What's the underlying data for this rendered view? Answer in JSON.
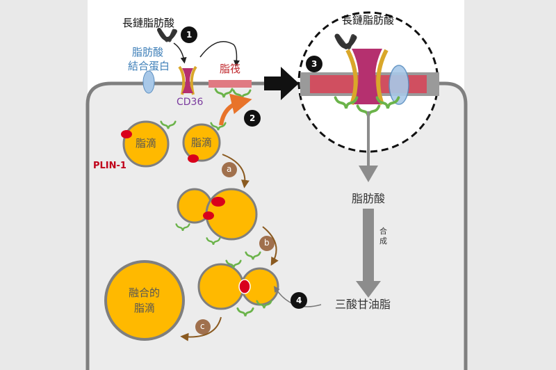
{
  "labels": {
    "lcfa_top": "長鏈脂肪酸",
    "lcfa_zoom": "長鏈脂肪酸",
    "fabp_line1": "脂肪酸",
    "fabp_line2": "結合蛋白",
    "raft": "脂筏",
    "cd36": "CD36",
    "plin1": "PLIN-1",
    "droplet": "脂滴",
    "fused_line1": "融合的",
    "fused_line2": "脂滴",
    "fatty_acid": "脂肪酸",
    "synthesis": "合成",
    "triglyceride": "三酸甘油脂"
  },
  "steps": {
    "n1": "1",
    "n2": "2",
    "n3": "3",
    "n4": "4",
    "a": "a",
    "b": "b",
    "c": "c"
  },
  "colors": {
    "background": "#e9e9e9",
    "panel": "#ffffff",
    "cell_fill": "#ececec",
    "cell_border": "#7f7f7f",
    "droplet": "#ffb900",
    "plin1": "#d9001b",
    "cd36": "#b5306f",
    "cd36_frame": "#d9a72a",
    "raft": "#e07a82",
    "glycan": "#6bb34a",
    "fabp": "#a8c8e8",
    "step_brown": "#a0704d",
    "arrow_orange": "#e8732a",
    "cd36_text": "#7a3a9e",
    "fabp_text": "#3e7fb8",
    "raft_text": "#c0282d"
  }
}
